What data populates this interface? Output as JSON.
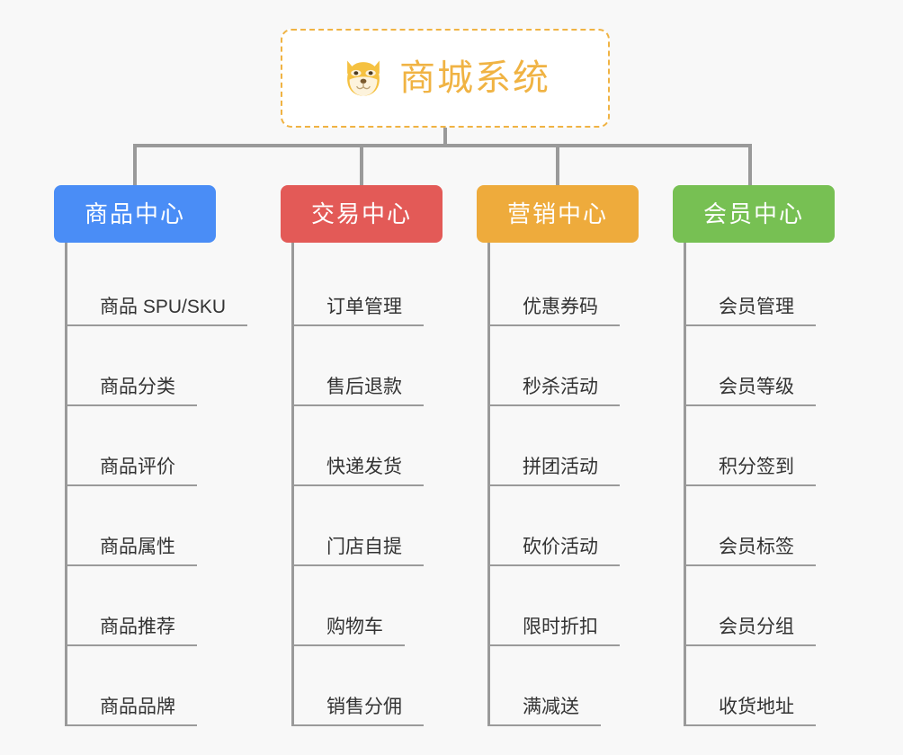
{
  "canvas": {
    "background_color": "#f8f8f8",
    "line_color": "#9a9a9a"
  },
  "root": {
    "label": "商城系统",
    "icon": "shiba-dog-face-icon",
    "text_color": "#f0b343",
    "border_color": "#f0b343",
    "background_color": "#ffffff"
  },
  "branches": [
    {
      "label": "商品中心",
      "color": "#4a8df6",
      "items": [
        {
          "label": "商品 SPU/SKU"
        },
        {
          "label": "商品分类"
        },
        {
          "label": "商品评价"
        },
        {
          "label": "商品属性"
        },
        {
          "label": "商品推荐"
        },
        {
          "label": "商品品牌"
        }
      ]
    },
    {
      "label": "交易中心",
      "color": "#e35a57",
      "items": [
        {
          "label": "订单管理"
        },
        {
          "label": "售后退款"
        },
        {
          "label": "快递发货"
        },
        {
          "label": "门店自提"
        },
        {
          "label": "购物车"
        },
        {
          "label": "销售分佣"
        }
      ]
    },
    {
      "label": "营销中心",
      "color": "#eeab3c",
      "items": [
        {
          "label": "优惠券码"
        },
        {
          "label": "秒杀活动"
        },
        {
          "label": "拼团活动"
        },
        {
          "label": "砍价活动"
        },
        {
          "label": "限时折扣"
        },
        {
          "label": "满减送"
        }
      ]
    },
    {
      "label": "会员中心",
      "color": "#77c košt"
    }
  ]
}
